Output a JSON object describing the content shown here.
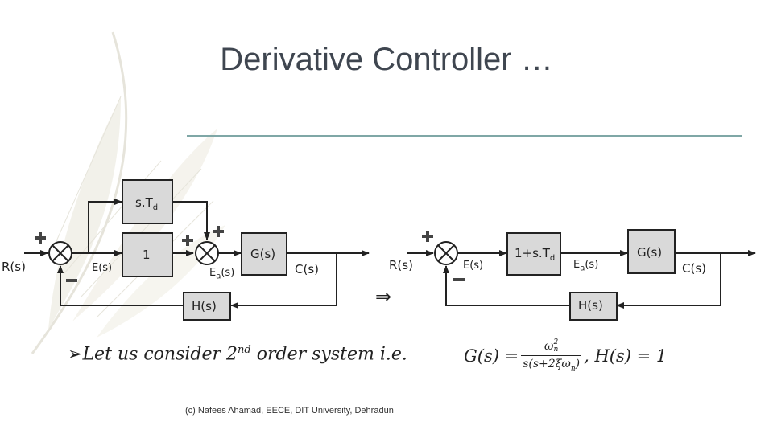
{
  "title": "Derivative Controller …",
  "diagram_left": {
    "input": "R(s)",
    "error": "E(s)",
    "derivative_block": "s.T",
    "derivative_sub": "d",
    "gain_block": "1",
    "actuating": "E",
    "actuating_sub": "a",
    "actuating_arg": "(s)",
    "plant": "G(s)",
    "output": "C(s)",
    "feedback": "H(s)"
  },
  "diagram_right": {
    "input": "R(s)",
    "error": "E(s)",
    "controller": "1+s.T",
    "controller_sub": "d",
    "actuating": "E",
    "actuating_sub": "a",
    "actuating_arg": "(s)",
    "plant": "G(s)",
    "output": "C(s)",
    "feedback": "H(s)"
  },
  "implies": "⇒",
  "bullet": {
    "marker": "➢",
    "text_a": "Let us consider 2",
    "superscript": "nd",
    "text_b": " order system  i.e."
  },
  "equation": {
    "g_lhs": "G(s) = ",
    "numerator": "ω",
    "num_sup": "2",
    "num_sub": "n",
    "denominator": "s(s+2ξω",
    "den_sub": "n",
    "den_close": ")",
    "h_part": ", H(s) = 1"
  },
  "footer": "(c) Nafees Ahamad, EECE, DIT University, Dehradun",
  "colors": {
    "rule": "#7fa7a6",
    "block_fill": "#d9d9d9",
    "title": "#3f4650",
    "line": "#222222"
  }
}
